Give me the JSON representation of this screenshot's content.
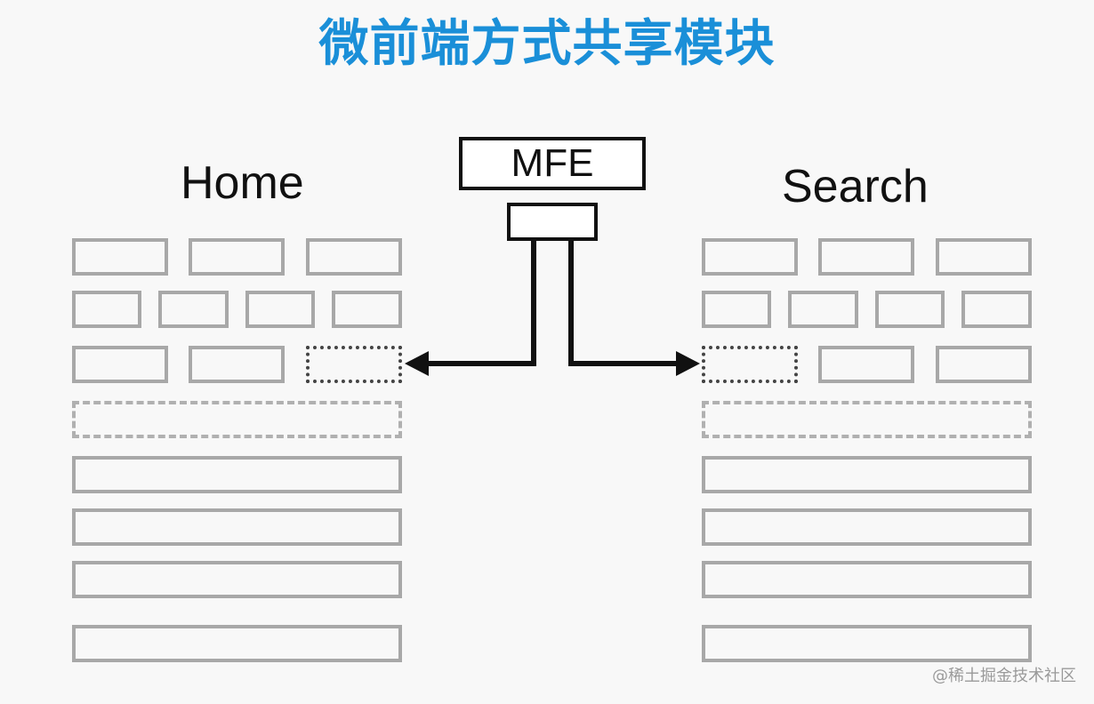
{
  "title": "微前端方式共享模块",
  "labels": {
    "left_app": "Home",
    "right_app": "Search"
  },
  "shared_module": {
    "name": "MFE"
  },
  "watermark": "@稀土掘金技术社区"
}
